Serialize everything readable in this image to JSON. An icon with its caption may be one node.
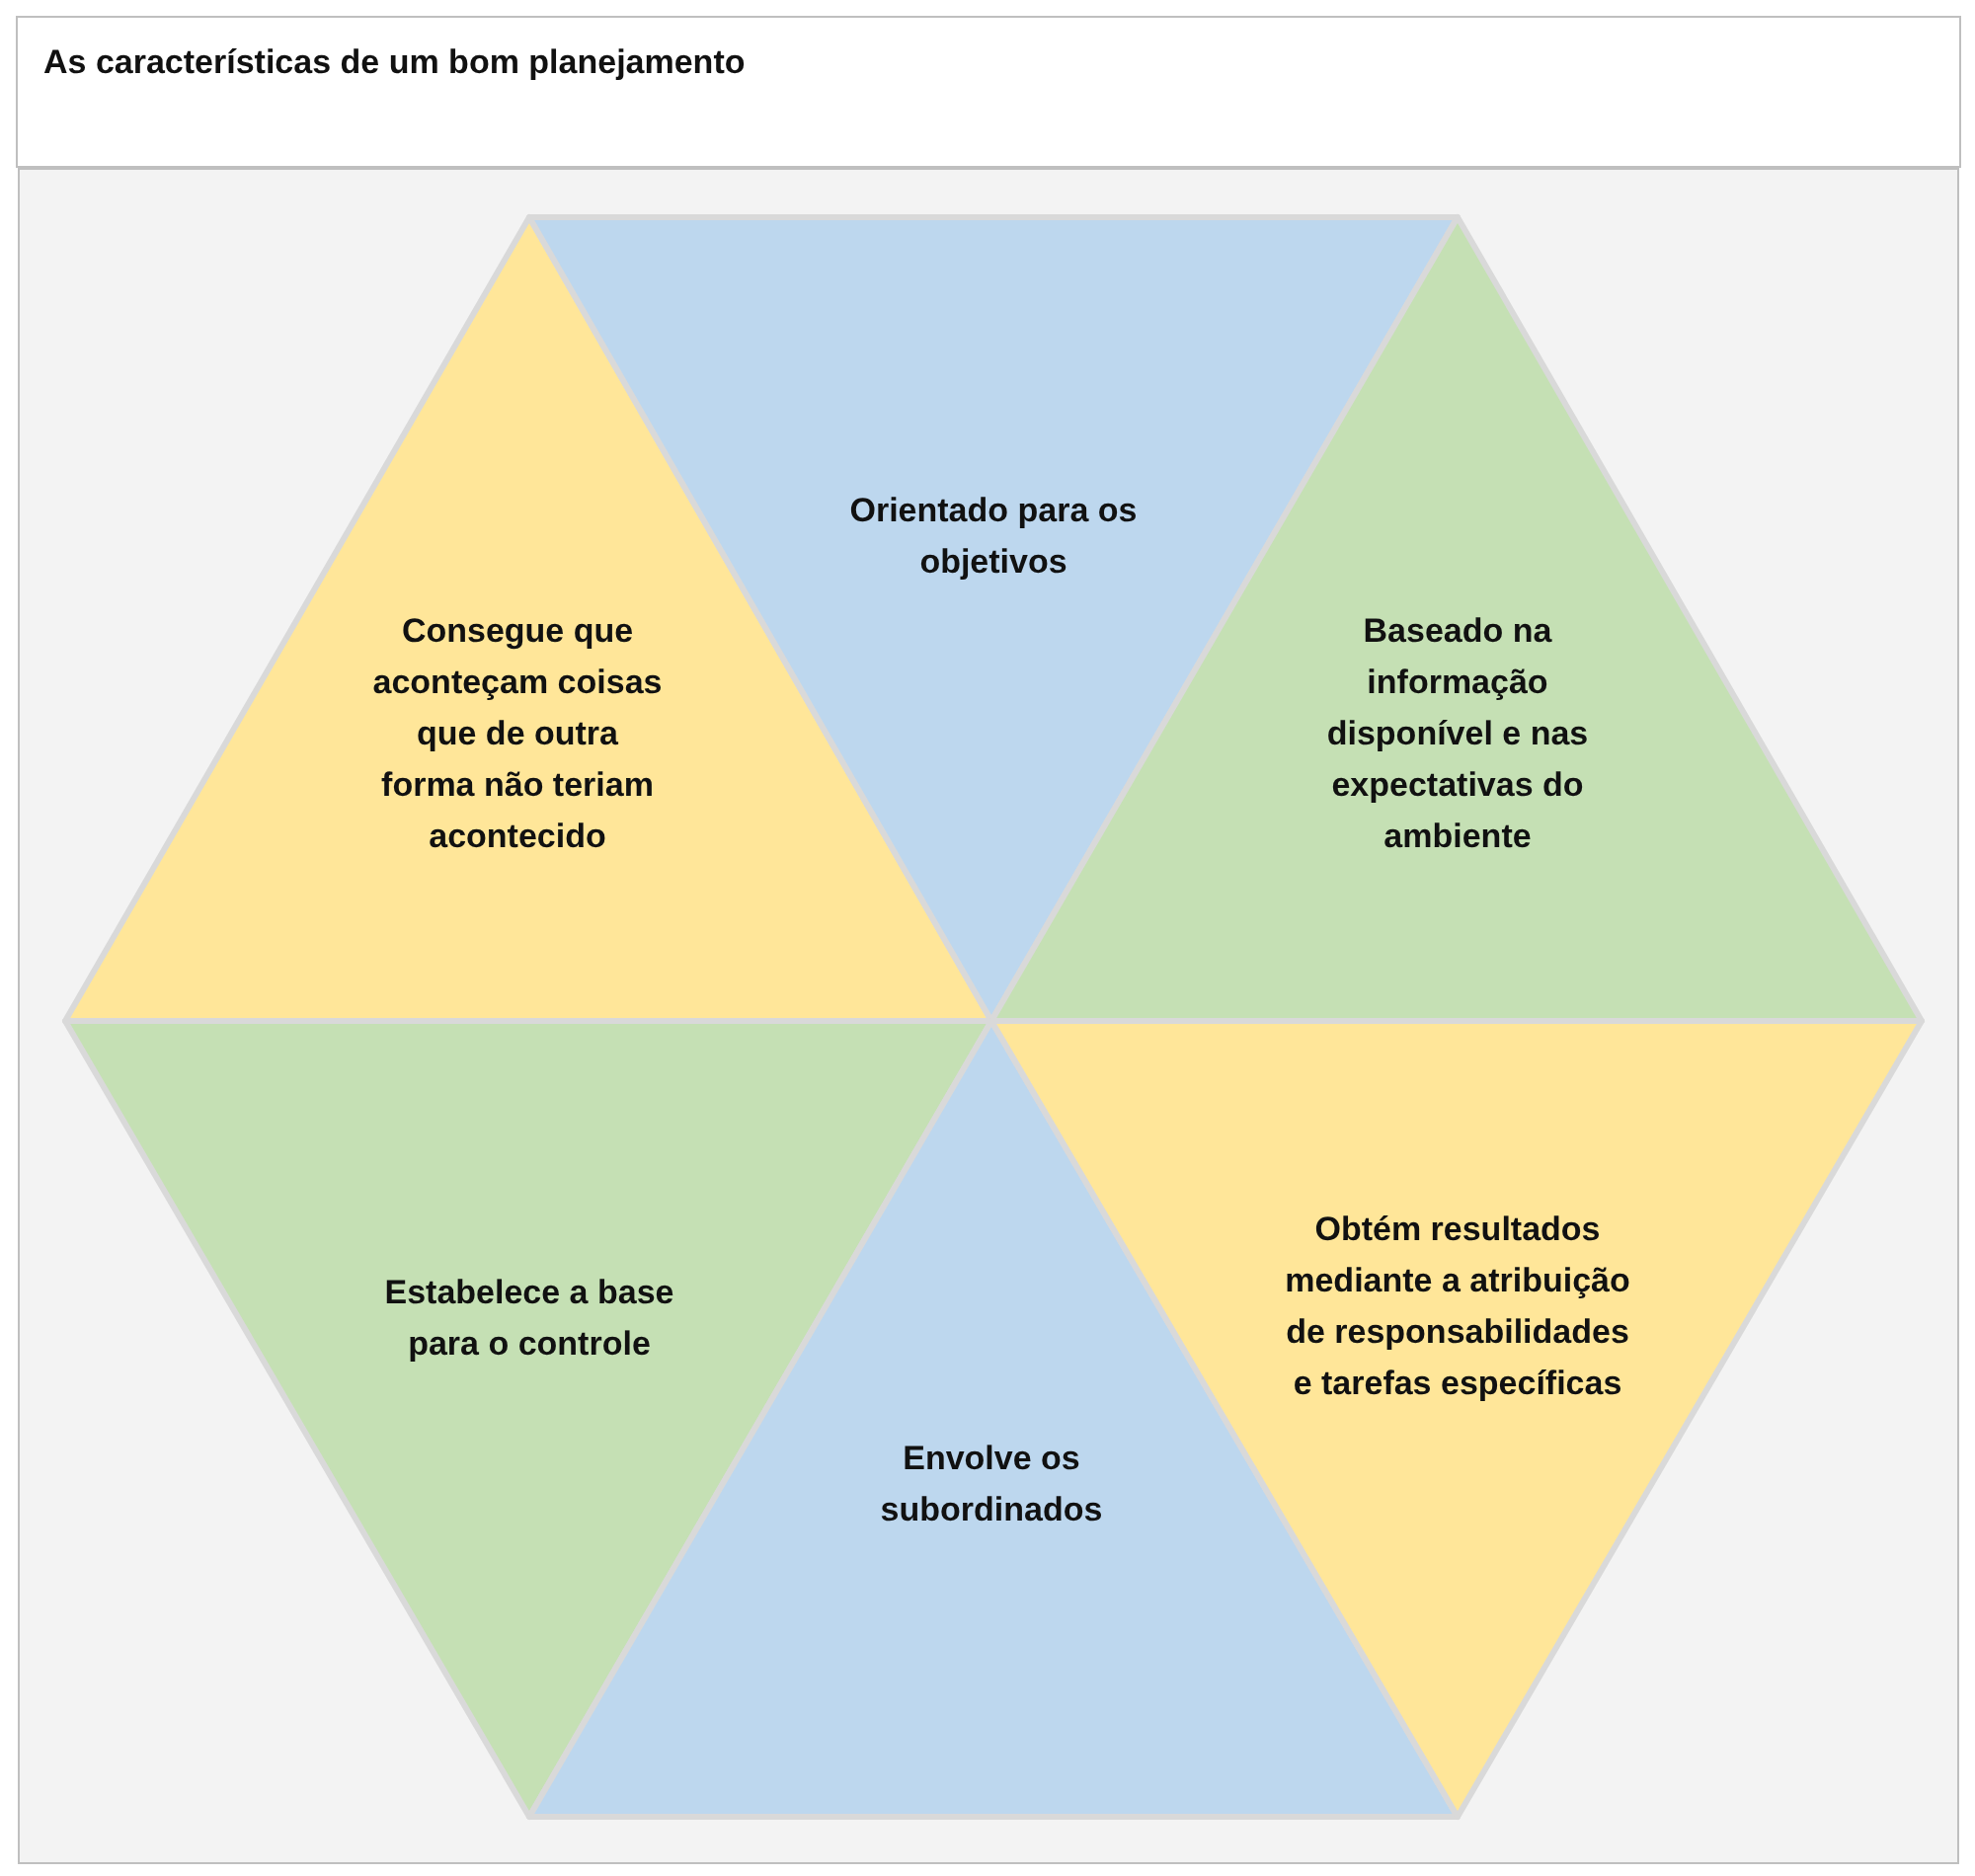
{
  "diagram": {
    "title": "As características de um bom planejamento",
    "nodes": [
      {
        "text": [
          "Consegue que aconteçam coisas que de outra forma não teriam acontecido"
        ]
      },
      {
        "text": [
          "Orientado para os objetivos"
        ]
      },
      {
        "text": [
          "Baseado na informação disponível e nas expectativas do ambiente"
        ]
      },
      {
        "text": [
          "Estabelece a base para o controle"
        ]
      },
      {
        "text": [
          "Envolve os subordinados"
        ]
      },
      {
        "text": [
          "Obtém resultados mediante a atribuição de responsabilidades e tarefas específicas"
        ]
      }
    ]
  }
}
